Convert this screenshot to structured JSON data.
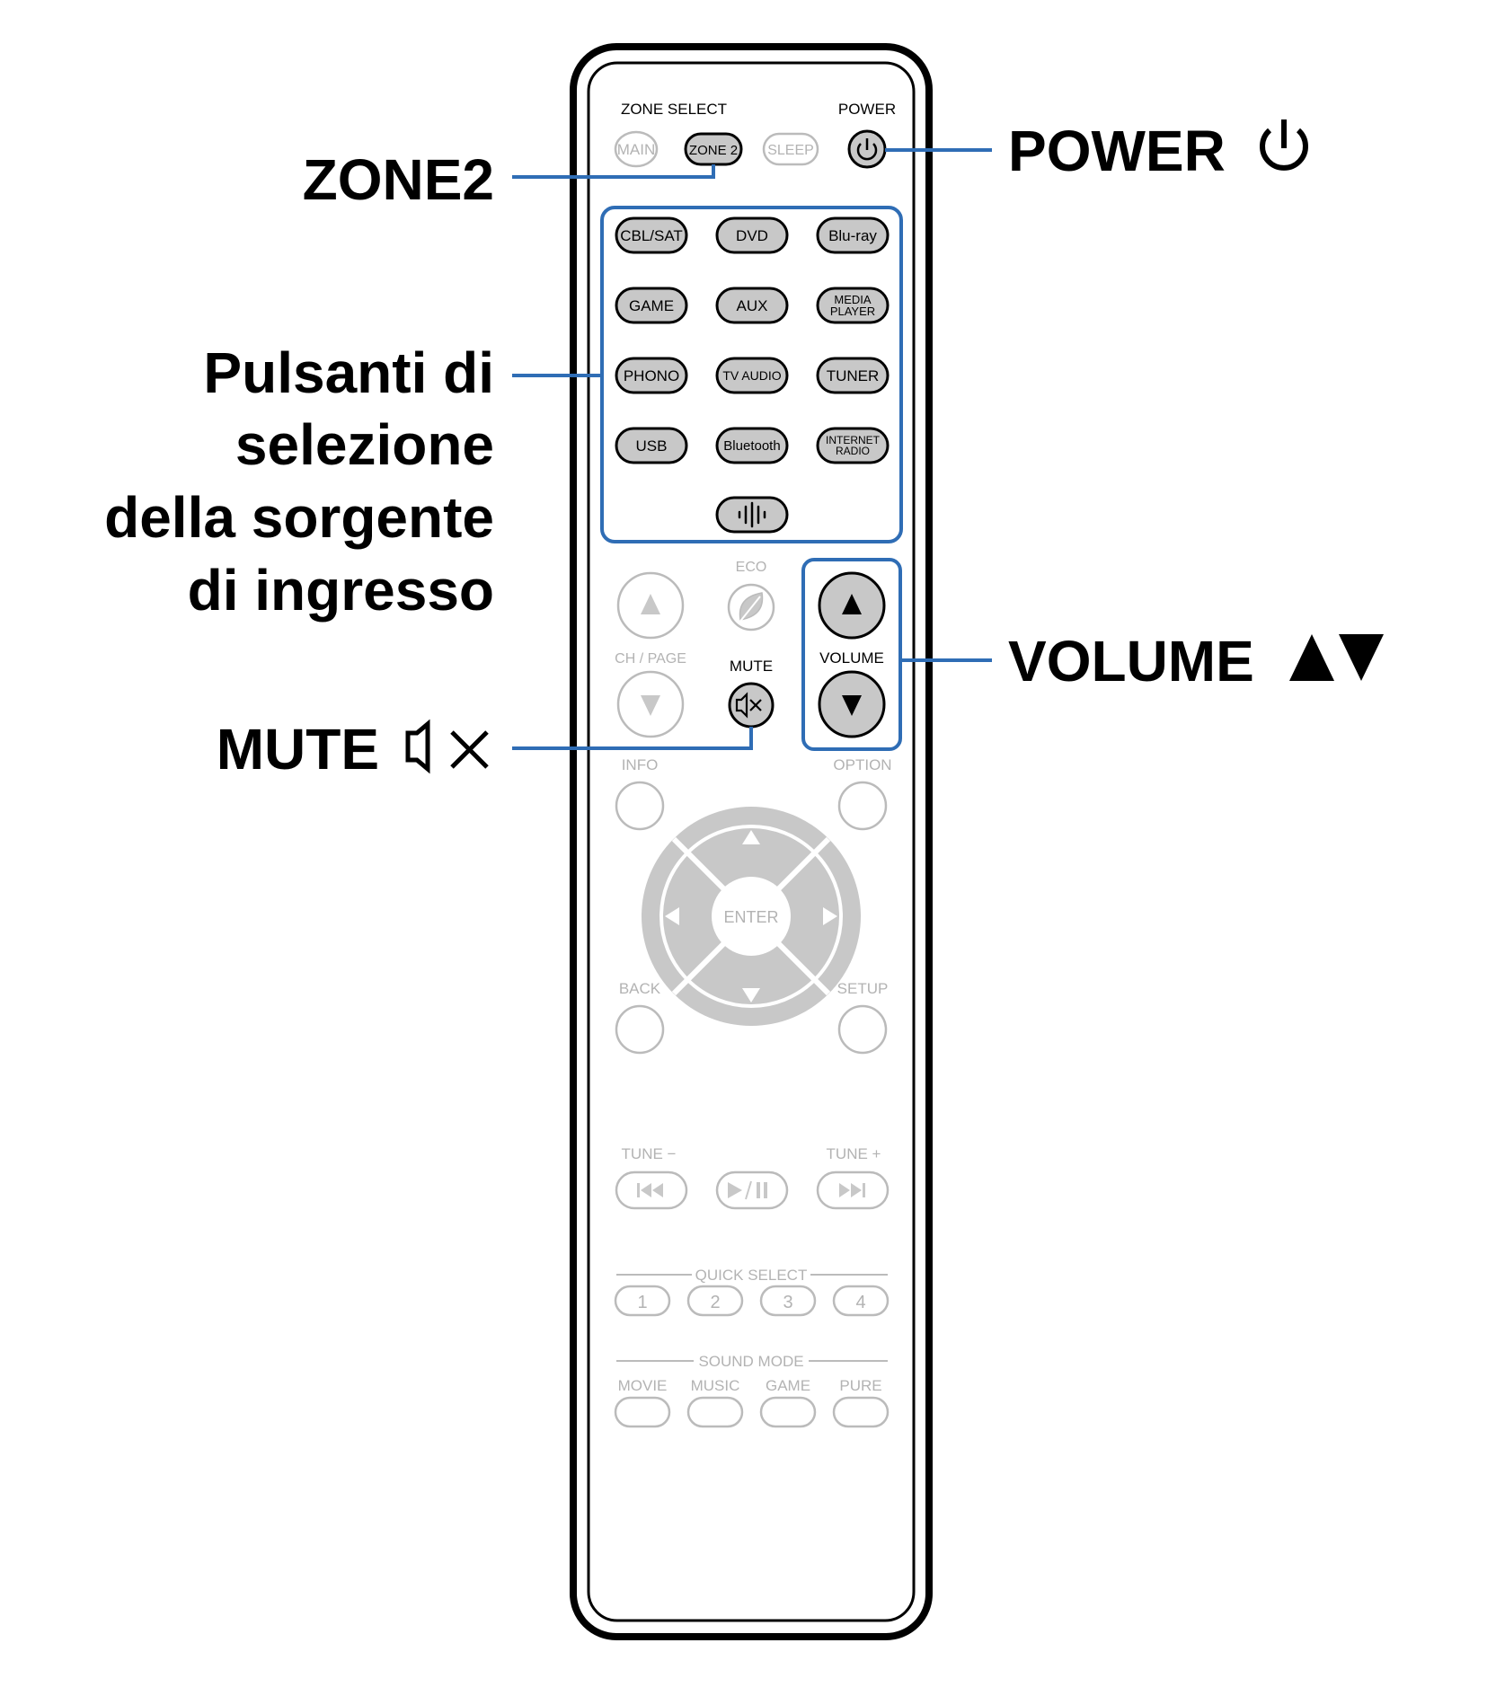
{
  "callouts": {
    "zone2": "ZONE2",
    "power": "POWER",
    "input_select": [
      "Pulsanti di",
      "selezione",
      "della sorgente",
      "di ingresso"
    ],
    "volume": "VOLUME",
    "mute": "MUTE"
  },
  "remote": {
    "zone_select_label": "ZONE SELECT",
    "power_label": "POWER",
    "zone_buttons": [
      "MAIN",
      "ZONE 2",
      "SLEEP"
    ],
    "source_buttons": [
      [
        "CBL/SAT",
        "DVD",
        "Blu-ray"
      ],
      [
        "GAME",
        "AUX",
        "MEDIA PLAYER"
      ],
      [
        "PHONO",
        "TV AUDIO",
        "TUNER"
      ],
      [
        "USB",
        "Bluetooth",
        "INTERNET RADIO"
      ]
    ],
    "eco_label": "ECO",
    "ch_page_label": "CH / PAGE",
    "mute_label": "MUTE",
    "volume_label": "VOLUME",
    "info_label": "INFO",
    "option_label": "OPTION",
    "enter_label": "ENTER",
    "back_label": "BACK",
    "setup_label": "SETUP",
    "tune_minus_label": "TUNE −",
    "tune_plus_label": "TUNE +",
    "quick_select_label": "QUICK SELECT",
    "quick_select_buttons": [
      "1",
      "2",
      "3",
      "4"
    ],
    "sound_mode_label": "SOUND MODE",
    "sound_mode_buttons": [
      "MOVIE",
      "MUSIC",
      "GAME",
      "PURE"
    ]
  },
  "colors": {
    "callout_blue": "#2f6db5",
    "active_button_fill": "#c8c8c8",
    "inactive_gray": "#b3b3b3"
  }
}
